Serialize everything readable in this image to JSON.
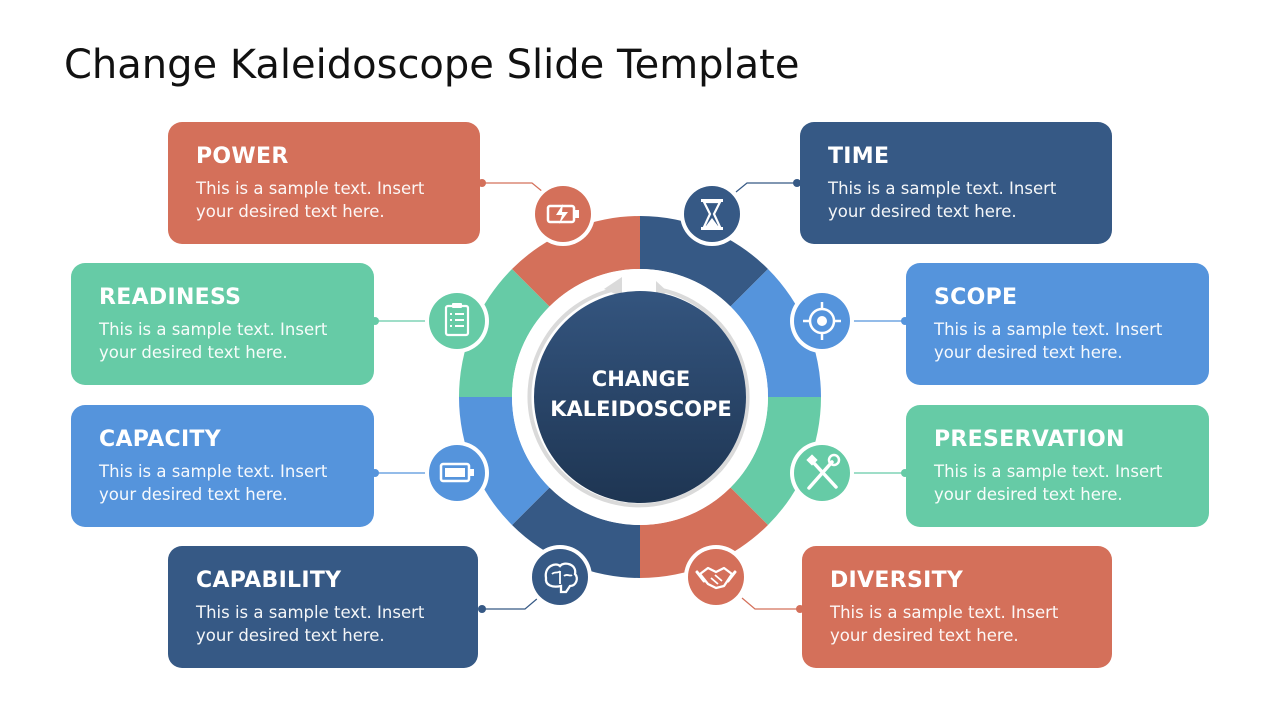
{
  "title": "Change Kaleidoscope Slide Template",
  "center_label": "CHANGE\nKALEIDOSCOPE",
  "colors": {
    "orange": "#D4705A",
    "navy": "#365985",
    "blue": "#5594DC",
    "green": "#66CBA6",
    "center_top": "#34557F",
    "center_bottom": "#1E3552"
  },
  "cards": [
    {
      "id": "power",
      "title": "POWER",
      "text": "This is a sample text. Insert your desired text here.",
      "color": "#D4705A",
      "icon": "battery-charging-icon"
    },
    {
      "id": "readiness",
      "title": "READINESS",
      "text": "This is a sample text. Insert your desired text here.",
      "color": "#66CBA6",
      "icon": "clipboard-checklist-icon"
    },
    {
      "id": "capacity",
      "title": "CAPACITY",
      "text": "This is a sample text. Insert your desired text here.",
      "color": "#5594DC",
      "icon": "battery-icon"
    },
    {
      "id": "capability",
      "title": "CAPABILITY",
      "text": "This is a sample text. Insert your desired text here.",
      "color": "#365985",
      "icon": "brain-icon"
    },
    {
      "id": "time",
      "title": "TIME",
      "text": "This is a sample text. Insert your desired text here.",
      "color": "#365985",
      "icon": "hourglass-icon"
    },
    {
      "id": "scope",
      "title": "SCOPE",
      "text": "This is a sample text. Insert your desired text here.",
      "color": "#5594DC",
      "icon": "target-icon"
    },
    {
      "id": "preservation",
      "title": "PRESERVATION",
      "text": "This is a sample text. Insert your desired text here.",
      "color": "#66CBA6",
      "icon": "tools-icon"
    },
    {
      "id": "diversity",
      "title": "DIVERSITY",
      "text": "This is a sample text. Insert your desired text here.",
      "color": "#D4705A",
      "icon": "handshake-icon"
    }
  ]
}
